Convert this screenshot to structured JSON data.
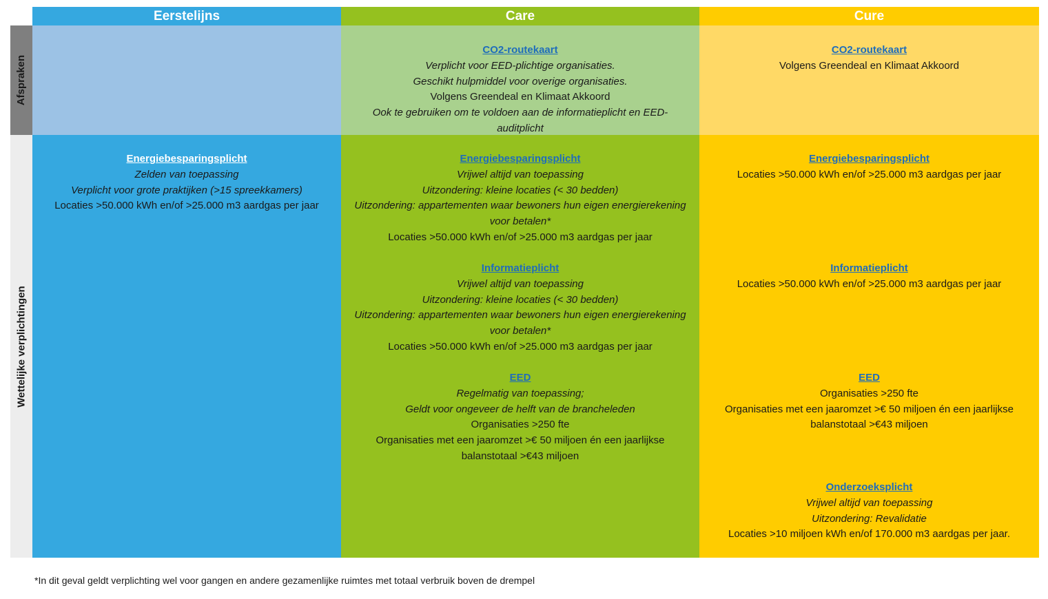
{
  "columns": [
    "Eerstelijns",
    "Care",
    "Cure"
  ],
  "rows": [
    "Afspraken",
    "Wettelijke verplichtingen"
  ],
  "afspraken": {
    "care": {
      "title": "CO2-routekaart",
      "lines": [
        {
          "t": "Verplicht voor EED-plichtige organisaties.",
          "i": true
        },
        {
          "t": "Geschikt hulpmiddel voor overige organisaties.",
          "i": true
        },
        {
          "t": "Volgens Greendeal en Klimaat Akkoord",
          "i": false
        },
        {
          "t": "Ook te gebruiken om te voldoen aan de informatieplicht en EED-",
          "i": true
        },
        {
          "t": "auditplicht",
          "i": true
        }
      ]
    },
    "cure": {
      "title": "CO2-routekaart",
      "lines": [
        {
          "t": "Volgens Greendeal en Klimaat Akkoord",
          "i": false
        }
      ]
    }
  },
  "wettelijk": {
    "eerstelijns": [
      {
        "title": "Energiebesparingsplicht",
        "lines": [
          {
            "t": "Zelden van toepassing",
            "i": true
          },
          {
            "t": "Verplicht voor grote praktijken (>15 spreekkamers)",
            "i": true
          },
          {
            "t": "Locaties >50.000 kWh en/of >25.000 m3 aardgas per jaar",
            "i": false
          }
        ]
      }
    ],
    "care": [
      {
        "title": "Energiebesparingsplicht",
        "lines": [
          {
            "t": "Vrijwel altijd van toepassing",
            "i": true
          },
          {
            "t": "Uitzondering: kleine locaties (< 30 bedden)",
            "i": true
          },
          {
            "t": "Uitzondering: appartementen waar bewoners hun eigen energierekening",
            "i": true
          },
          {
            "t": "voor betalen*",
            "i": true
          },
          {
            "t": "Locaties >50.000 kWh en/of >25.000 m3 aardgas per jaar",
            "i": false
          }
        ]
      },
      {
        "title": "Informatieplicht",
        "lines": [
          {
            "t": "Vrijwel altijd van toepassing",
            "i": true
          },
          {
            "t": "Uitzondering: kleine locaties (< 30 bedden)",
            "i": true
          },
          {
            "t": "Uitzondering: appartementen waar bewoners hun eigen energierekening",
            "i": true
          },
          {
            "t": "voor betalen*",
            "i": true
          },
          {
            "t": "Locaties >50.000 kWh en/of >25.000 m3 aardgas per jaar",
            "i": false
          }
        ]
      },
      {
        "title": "EED",
        "lines": [
          {
            "t": "Regelmatig van toepassing;",
            "i": true
          },
          {
            "t": "Geldt voor ongeveer de helft van de brancheleden",
            "i": true
          },
          {
            "t": "Organisaties >250 fte",
            "i": false
          },
          {
            "t": "Organisaties met een jaaromzet >€ 50 miljoen én een jaarlijkse",
            "i": false
          },
          {
            "t": "balanstotaal >€43 miljoen",
            "i": false
          }
        ]
      }
    ],
    "cure": [
      {
        "title": "Energiebesparingsplicht",
        "lines": [
          {
            "t": "Locaties >50.000 kWh en/of >25.000 m3 aardgas per jaar",
            "i": false
          }
        ]
      },
      {
        "title": "Informatieplicht",
        "lines": [
          {
            "t": "Locaties >50.000 kWh en/of >25.000 m3 aardgas per jaar",
            "i": false
          }
        ]
      },
      {
        "title": "EED",
        "lines": [
          {
            "t": "Organisaties >250 fte",
            "i": false
          },
          {
            "t": "Organisaties met een jaaromzet >€ 50 miljoen én een jaarlijkse",
            "i": false
          },
          {
            "t": "balanstotaal >€43 miljoen",
            "i": false
          }
        ]
      },
      {
        "title": "Onderzoeksplicht",
        "lines": [
          {
            "t": "Vrijwel altijd van toepassing",
            "i": true
          },
          {
            "t": "Uitzondering: Revalidatie",
            "i": true
          },
          {
            "t": "Locaties >10 miljoen kWh en/of 170.000 m3 aardgas per jaar.",
            "i": false
          }
        ]
      }
    ]
  },
  "footnote": "*In dit geval geldt verplichting wel voor gangen en andere gezamenlijke ruimtes met totaal verbruik boven de drempel",
  "colors": {
    "blue": "#35a8e0",
    "blue_light": "#9cc2e5",
    "green": "#95c11f",
    "green_light": "#a9d18e",
    "yellow": "#ffcc00",
    "yellow_light": "#ffd966",
    "grey_dark": "#7f7f7f",
    "grey_light": "#ededed",
    "link": "#1f6dbb"
  }
}
